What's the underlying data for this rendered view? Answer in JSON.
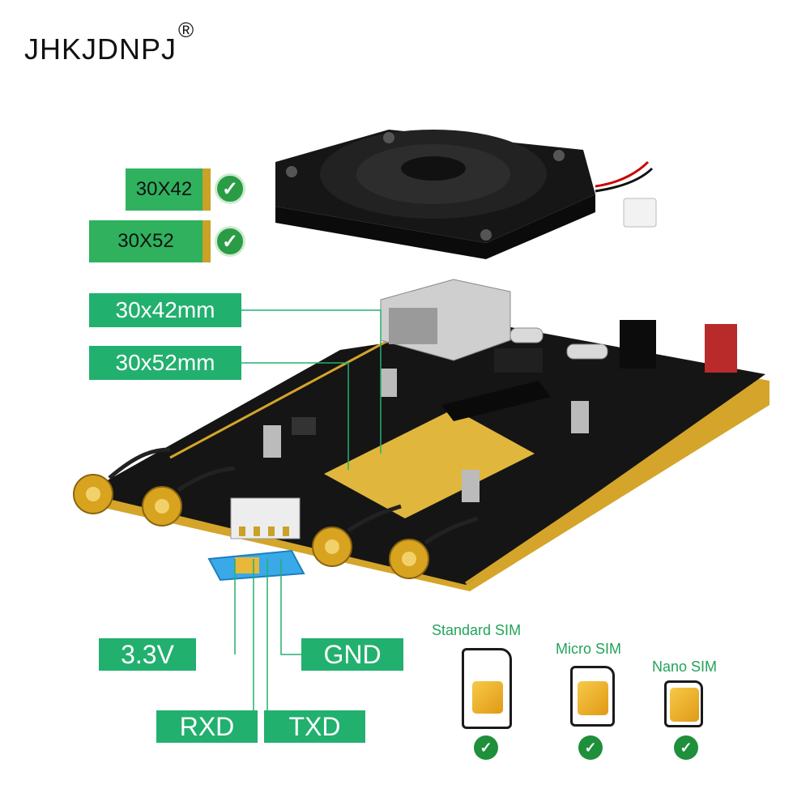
{
  "brand": {
    "name": "JHKJDNPJ",
    "mark": "®"
  },
  "module_sizes": [
    {
      "label": "30X42",
      "supported": true
    },
    {
      "label": "30X52",
      "supported": true
    }
  ],
  "dimensions": [
    {
      "label": "30x42mm"
    },
    {
      "label": "30x52mm"
    }
  ],
  "pins": {
    "v33": "3.3V",
    "gnd": "GND",
    "rxd": "RXD",
    "txd": "TXD"
  },
  "sim_types": [
    {
      "label": "Standard SIM",
      "supported": true
    },
    {
      "label": "Micro SIM",
      "supported": true
    },
    {
      "label": "Nano SIM",
      "supported": true
    }
  ],
  "colors": {
    "accent_green": "#22b06e",
    "check_green": "#2b9c46",
    "pcb_black": "#151515",
    "gold": "#d4a52a"
  }
}
